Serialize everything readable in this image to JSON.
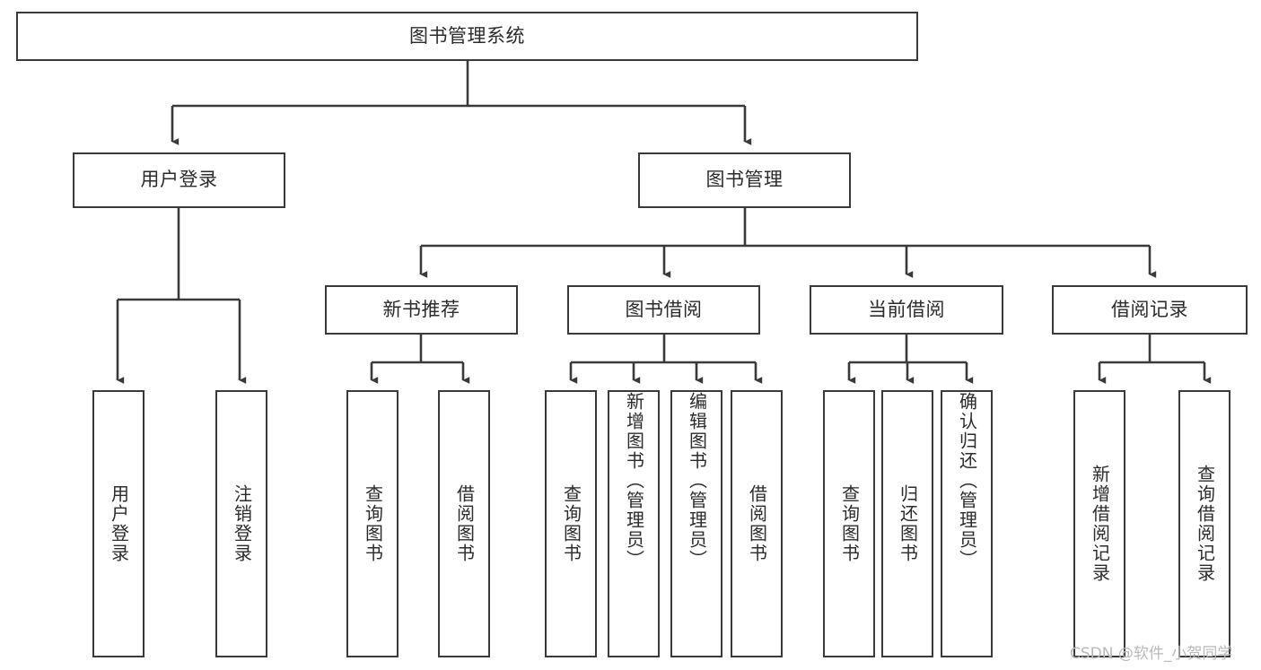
{
  "diagram": {
    "title": "图书管理系统",
    "type": "hierarchy-tree",
    "watermark": "CSDN @软件_小贺同学",
    "colors": {
      "box_border": "#3a3a3a",
      "box_fill": "#ffffff",
      "connector": "#3a3a3a",
      "text": "#2b2b2b",
      "watermark": "#b9b9b9",
      "canvas": "#ffffff"
    },
    "root": {
      "label": "图书管理系统"
    },
    "level2": [
      {
        "label": "用户登录"
      },
      {
        "label": "图书管理"
      }
    ],
    "level3": [
      {
        "label": "新书推荐"
      },
      {
        "label": "图书借阅"
      },
      {
        "label": "当前借阅"
      },
      {
        "label": "借阅记录"
      }
    ],
    "leaves": {
      "user_login": [
        {
          "label": "用户登录"
        },
        {
          "label": "注销登录"
        }
      ],
      "new_book_recommend": [
        {
          "label": "查询图书"
        },
        {
          "label": "借阅图书"
        }
      ],
      "book_borrow": [
        {
          "label": "查询图书"
        },
        {
          "label": "新增图书（管理员）"
        },
        {
          "label": "编辑图书（管理员）"
        },
        {
          "label": "借阅图书"
        }
      ],
      "current_borrow": [
        {
          "label": "查询图书"
        },
        {
          "label": "归还图书"
        },
        {
          "label": "确认归还（管理员）"
        }
      ],
      "borrow_record": [
        {
          "label": "新增借阅记录"
        },
        {
          "label": "查询借阅记录"
        }
      ]
    }
  }
}
